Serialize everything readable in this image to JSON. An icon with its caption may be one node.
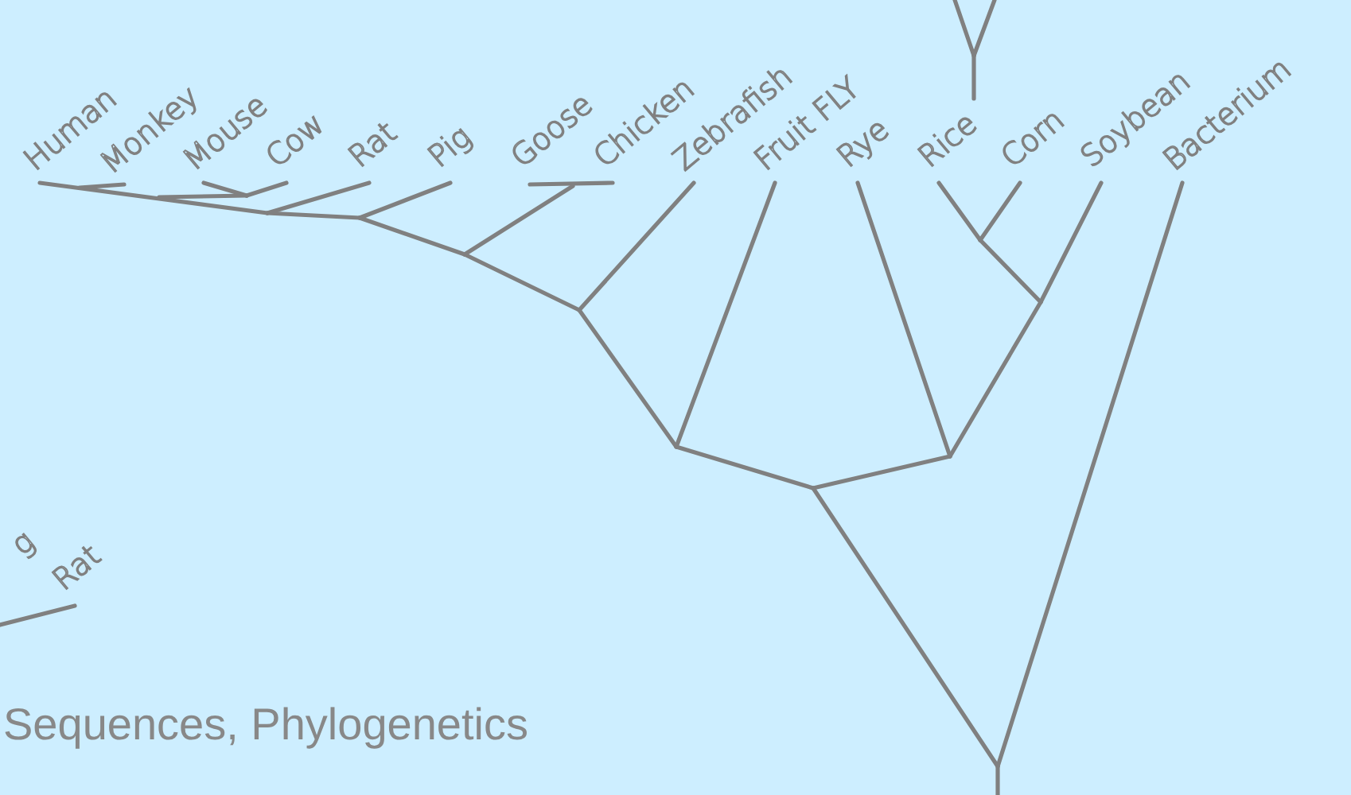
{
  "diagram": {
    "caption": "Sequences, Phylogenetics",
    "labels": [
      "Human",
      "Monkey",
      "Mouse",
      "Cow",
      "Rat",
      "Pig",
      "Goose",
      "Chicken",
      "Zebrafish",
      "Fruit FLY",
      "Rye",
      "Rice",
      "Corn",
      "Soybean",
      "Bacterium",
      "g",
      "Rat"
    ]
  }
}
